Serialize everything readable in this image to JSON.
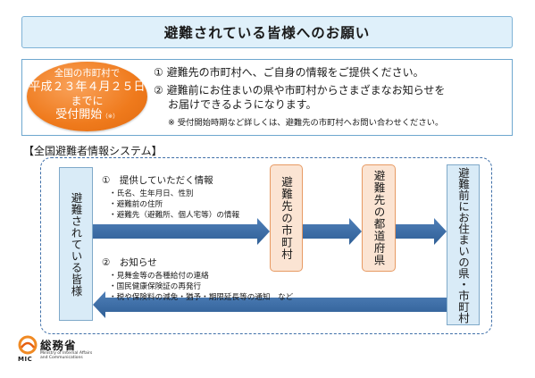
{
  "title": "避難されている皆様へのお願い",
  "notice": {
    "oval": {
      "line1": "全国の市町村で",
      "line2": "平成２３年４月２５日",
      "line3": "までに",
      "line4": "受付開始",
      "note": "（※）"
    },
    "request1": "① 避難先の市町村へ、ご自身の情報をご提供ください。",
    "request2_line1": "② 避難前にお住まいの県や市町村からさまざまなお知らせを",
    "request2_line2": "お届けできるようになります。",
    "note": "※ 受付開始時期など詳しくは、避難先の市町村へお問い合わせください。"
  },
  "system": {
    "title": "【全国避難者情報システム】",
    "evacuees": "避難されている皆様",
    "destination_municipality": "避難先の市町村",
    "destination_prefecture": "避難先の都道府県",
    "home_municipality": "避難前にお住まいの県・市町村",
    "provide": {
      "heading": "①　提供していただく情報",
      "items": [
        "氏名、生年月日、性別",
        "避難前の住所",
        "避難先（避難所、個人宅等）の情報"
      ]
    },
    "notices": {
      "heading": "②　お知らせ",
      "items": [
        "見舞金等の各種給付の連絡",
        "国民健康保険証の再発行",
        "税や保険料の減免・猶予・期限延長等の通知　など"
      ]
    }
  },
  "logo": {
    "name": "総務省",
    "abbr": "MIC",
    "english": "Ministry of Internal Affairs and Communications"
  },
  "colors": {
    "title_bg": "#dff0fa",
    "oval_orange": "#ef7a1c",
    "arrow_blue": "#3f6fa8",
    "box_blue": "#d9ebf7",
    "box_orange": "#fbe4d3"
  }
}
